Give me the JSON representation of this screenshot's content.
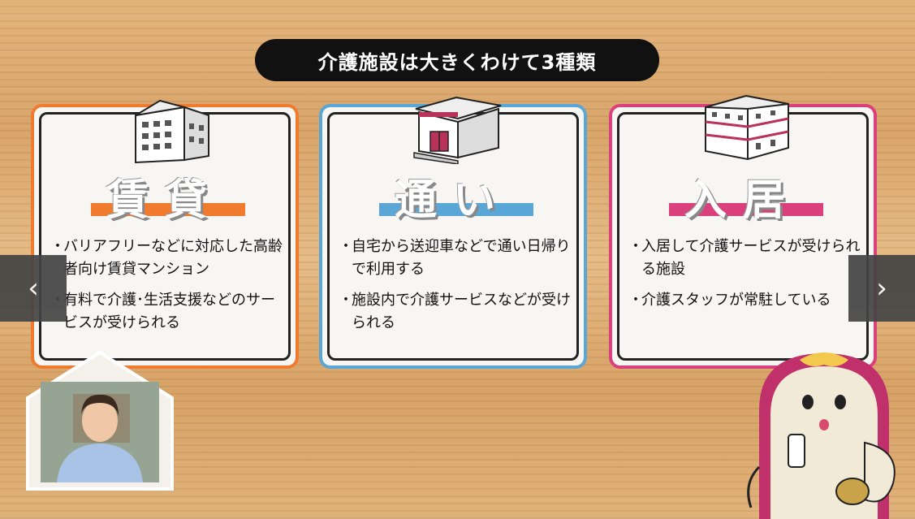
{
  "title": "介護施設は大きくわけて3種類",
  "cards": [
    {
      "heading": "賃貸",
      "bullets": [
        "バリアフリーなどに対応した高齢者向け賃貸マンション",
        "有料で介護･生活支援などのサービスが受けられる"
      ]
    },
    {
      "heading": "通い",
      "bullets": [
        "自宅から送迎車などで通い日帰りで利用する",
        "施設内で介護サービスなどが受けられる"
      ]
    },
    {
      "heading": "入居",
      "bullets": [
        "入居して介護サービスが受けられる施設",
        "介護スタッフが常駐している"
      ]
    }
  ],
  "nav": {
    "prev": "‹",
    "next": "›"
  },
  "colors": {
    "rental": "#f07b2e",
    "daycare": "#5aa6d6",
    "residential": "#d9407c"
  },
  "icons": [
    "apartment-building-icon",
    "daycare-building-icon",
    "residential-facility-icon",
    "chevron-left-icon",
    "chevron-right-icon"
  ]
}
